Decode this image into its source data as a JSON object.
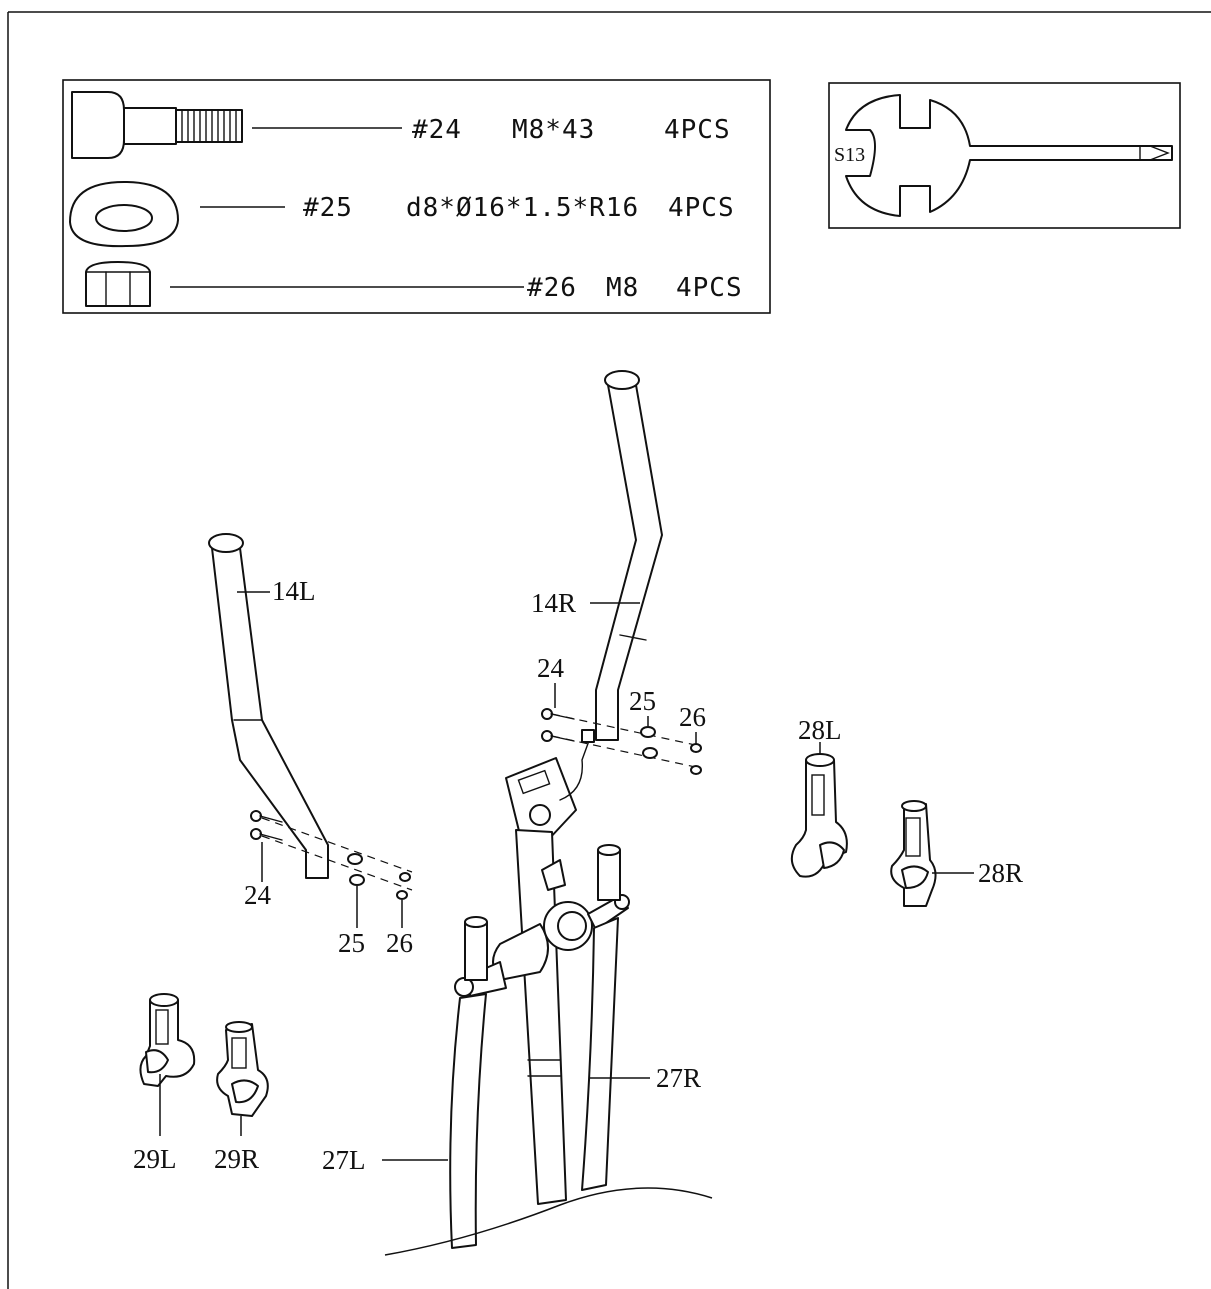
{
  "hardware_box": {
    "items": [
      {
        "code": "#24",
        "spec": "M8*43",
        "qty": "4PCS"
      },
      {
        "code": "#25",
        "spec": "d8*Ø16*1.5*R16",
        "qty": "4PCS"
      },
      {
        "code": "#26",
        "spec": "M8",
        "qty": "4PCS"
      }
    ]
  },
  "tool_box": {
    "tool_label": "S13"
  },
  "parts": {
    "l14L": "14L",
    "l14R": "14R",
    "l24a": "24",
    "l25a": "25",
    "l26a": "26",
    "l24b": "24",
    "l25b": "25",
    "l26b": "26",
    "l28L": "28L",
    "l28R": "28R",
    "l29L": "29L",
    "l29R": "29R",
    "l27L": "27L",
    "l27R": "27R"
  },
  "colors": {
    "ink": "#111111",
    "paper": "#ffffff"
  }
}
